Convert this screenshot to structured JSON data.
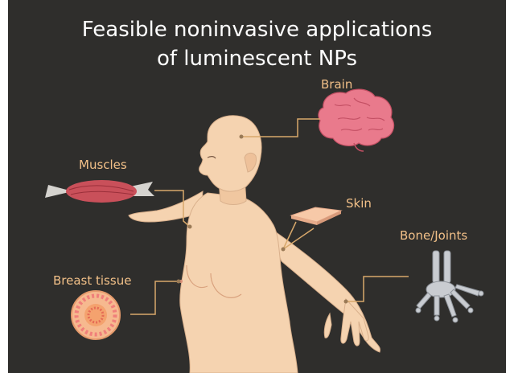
{
  "title": {
    "line1": "Feasible noninvasive applications",
    "line2": "of luminescent NPs"
  },
  "labels": {
    "brain": "Brain",
    "muscles": "Muscles",
    "skin": "Skin",
    "bone_joints": "Bone/Joints",
    "breast_tissue": "Breast tissue"
  },
  "colors": {
    "background": "#2f2e2c",
    "label": "#f2c088",
    "connector": "#d8a86b",
    "skin_tone": "#f5d3b0",
    "brain": "#e97a8c",
    "muscle": "#c9505a",
    "bone": "#c9ccd1"
  }
}
